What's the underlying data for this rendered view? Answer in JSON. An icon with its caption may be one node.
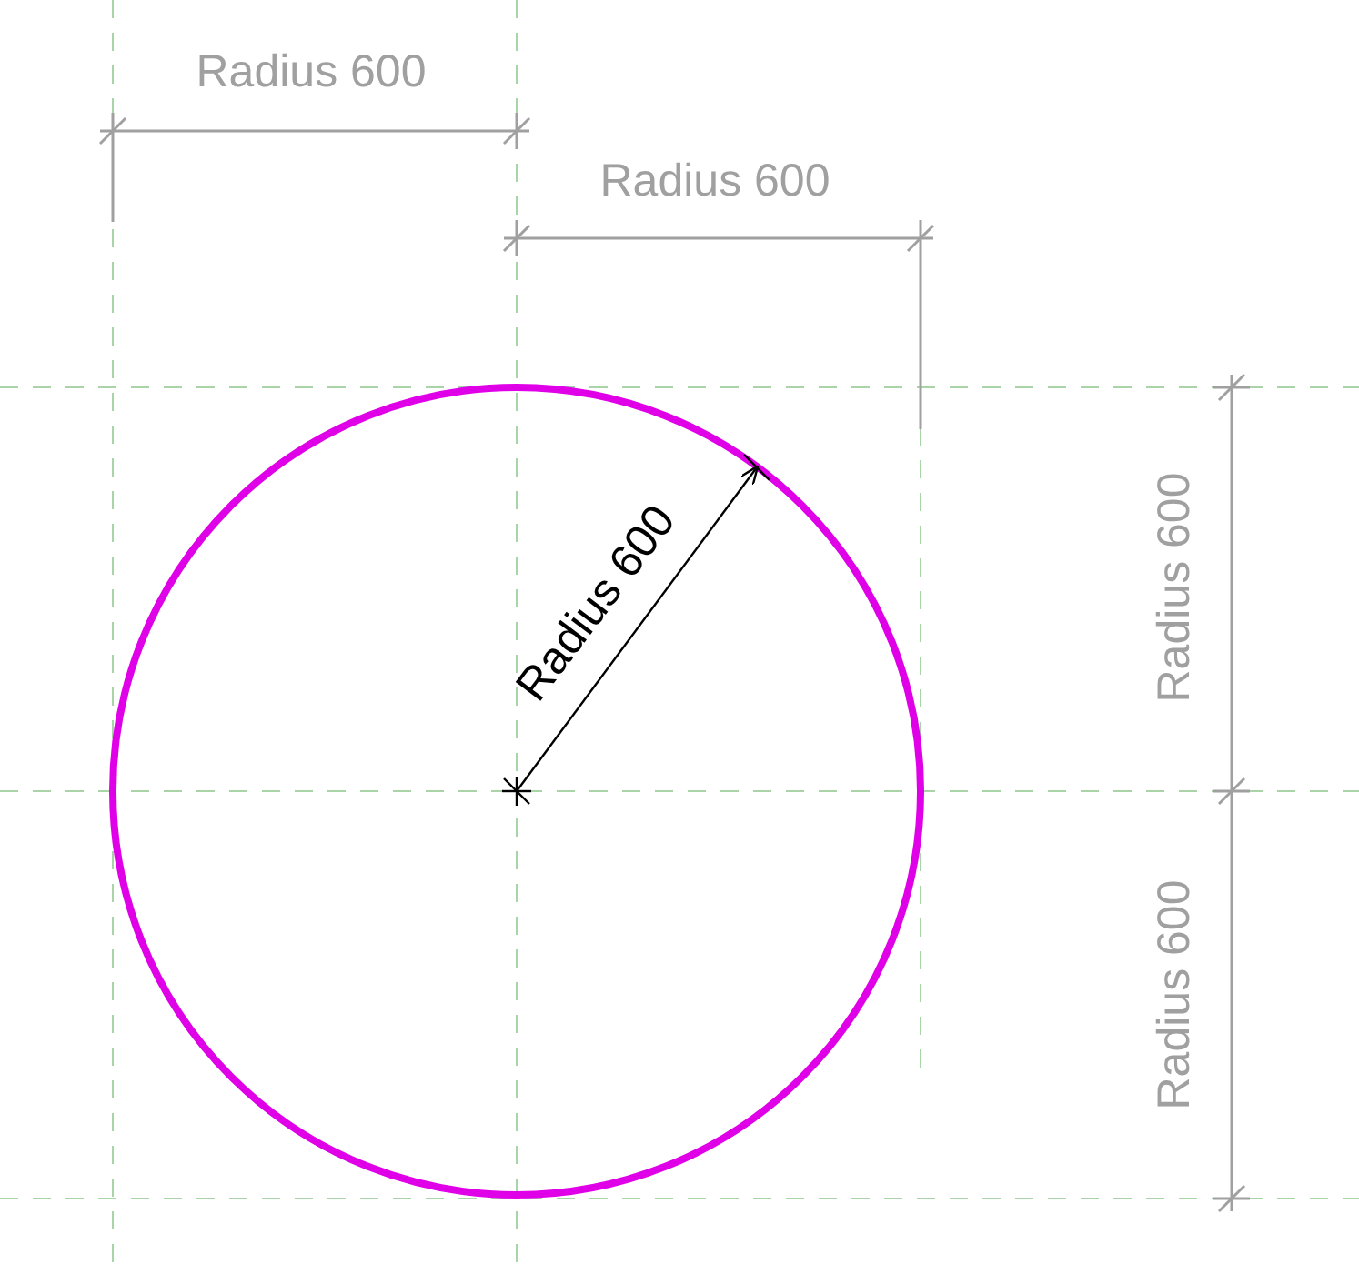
{
  "diagram": {
    "labels": [
      "Radius 600",
      "Radius 600",
      "Radius 600",
      "Radius 600",
      "Radius 600"
    ]
  }
}
